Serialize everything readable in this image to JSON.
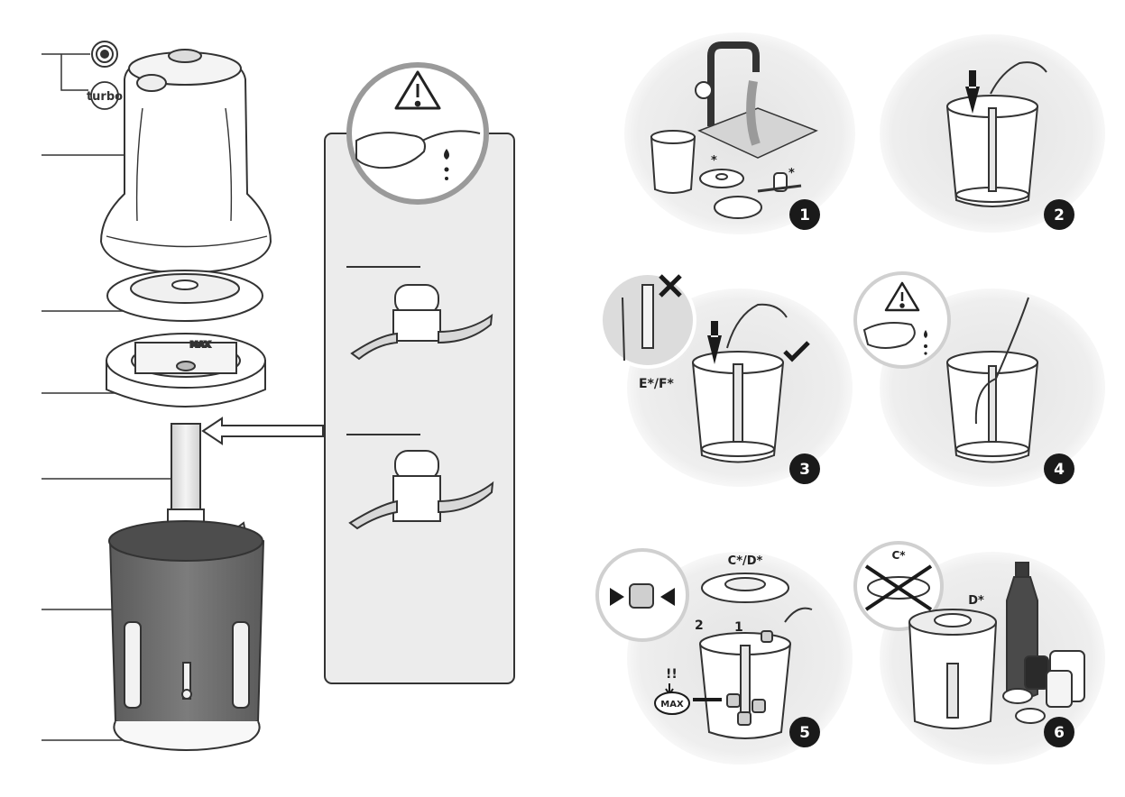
{
  "diagram": {
    "labels": {
      "turbo": "turbo",
      "max": "MAX",
      "step3_parts": "E*/F*",
      "step5_parts": "C*/D*",
      "step6_crossed": "C*",
      "step6_part": "D*",
      "asterisk": "*",
      "step5_order_first": "1",
      "step5_order_second": "2",
      "step5_warning": "!!",
      "step5_max": "MAX"
    },
    "steps": [
      {
        "number": "1"
      },
      {
        "number": "2"
      },
      {
        "number": "3"
      },
      {
        "number": "4"
      },
      {
        "number": "5"
      },
      {
        "number": "6"
      }
    ],
    "icons": {
      "warning": "warning-triangle-icon",
      "forbidden": "cross-mark-icon",
      "correct": "check-mark-icon",
      "pulse": "pulse-button-icon"
    },
    "colors": {
      "outline": "#333333",
      "bowl_fill": "#6e6e6e",
      "panel_fill": "#ececec",
      "circle_gray": "#dcdcdc",
      "badge": "#1a1a1a"
    }
  }
}
